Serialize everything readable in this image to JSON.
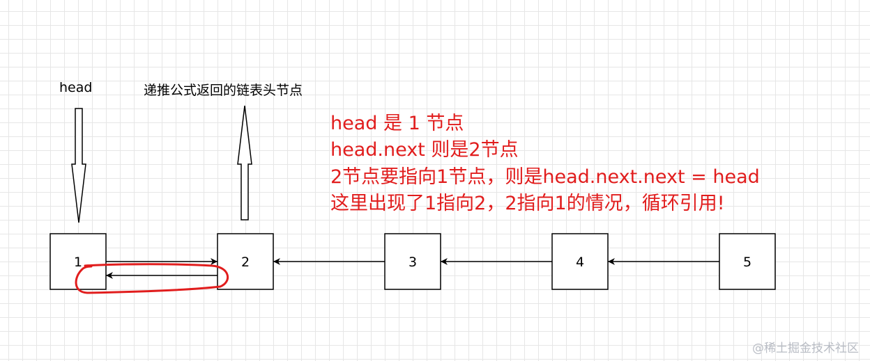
{
  "labels": {
    "head": "head",
    "returned": "递推公式返回的链表头节点"
  },
  "nodes": [
    "1",
    "2",
    "3",
    "4",
    "5"
  ],
  "note": {
    "lines": [
      "head 是 1 节点",
      "head.next 则是2节点",
      "2节点要指向1节点，则是head.next.next = head",
      "这里出现了1指向2，2指向1的情况，循环引用!"
    ],
    "color": "#e11d1d"
  },
  "watermark": "@稀土掘金技术社区"
}
